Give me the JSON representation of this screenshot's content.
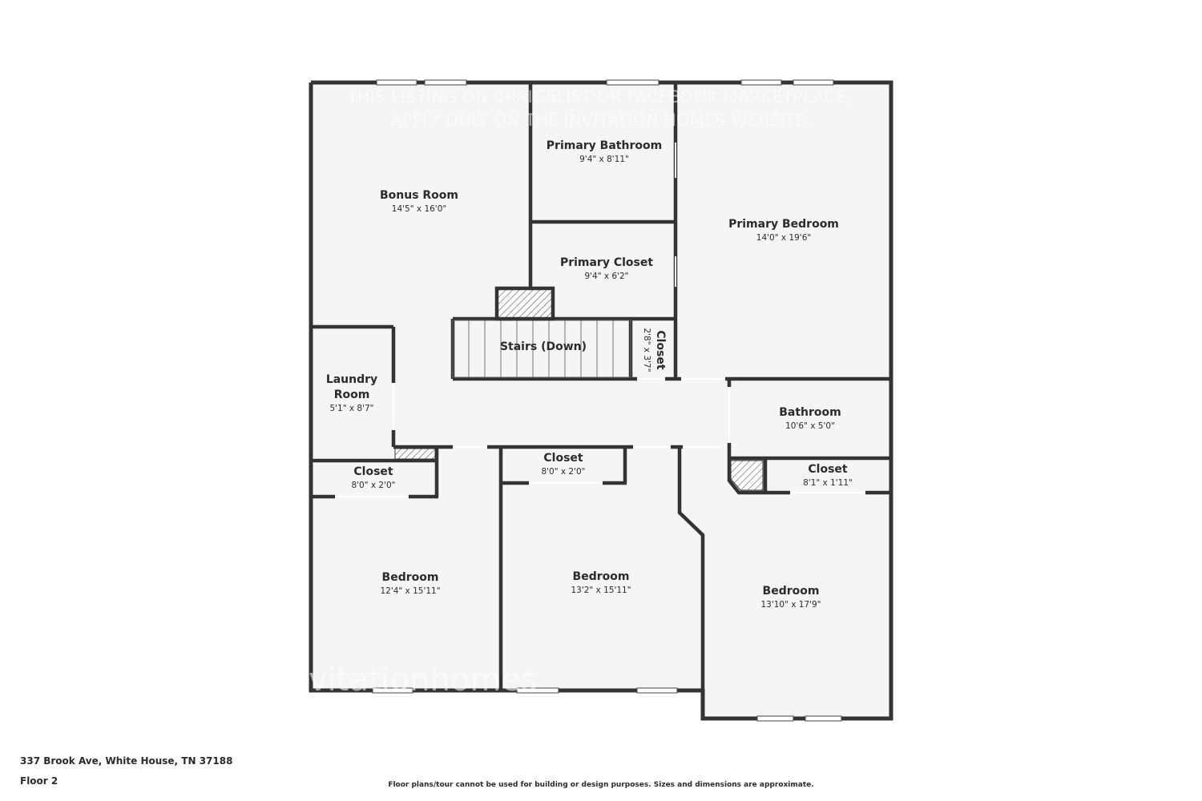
{
  "rooms": {
    "bonus_room": {
      "name": "Bonus Room",
      "dims": "14'5\" x 16'0\""
    },
    "primary_bathroom": {
      "name": "Primary Bathroom",
      "dims": "9'4\" x 8'11\""
    },
    "primary_bedroom": {
      "name": "Primary Bedroom",
      "dims": "14'0\" x 19'6\""
    },
    "primary_closet": {
      "name": "Primary Closet",
      "dims": "9'4\" x 6'2\""
    },
    "stairs": {
      "name": "Stairs (Down)"
    },
    "small_closet": {
      "name": "Closet",
      "dims": "2'8\" x 3'7\""
    },
    "laundry_room": {
      "name_line1": "Laundry",
      "name_line2": "Room",
      "dims": "5'1\" x 8'7\""
    },
    "bathroom": {
      "name": "Bathroom",
      "dims": "10'6\" x 5'0\""
    },
    "closet_left": {
      "name": "Closet",
      "dims": "8'0\" x 2'0\""
    },
    "closet_middle": {
      "name": "Closet",
      "dims": "8'0\" x 2'0\""
    },
    "closet_right": {
      "name": "Closet",
      "dims": "8'1\" x 1'11\""
    },
    "bedroom_left": {
      "name": "Bedroom",
      "dims": "12'4\" x 15'11\""
    },
    "bedroom_middle": {
      "name": "Bedroom",
      "dims": "13'2\" x 15'11\""
    },
    "bedroom_right": {
      "name": "Bedroom",
      "dims": "13'10\" x 17'9\""
    }
  },
  "watermark": {
    "line1": "THIS LISTING ON CRAIGSLIST OR FACEBOOK MARKETPLACE,",
    "line2": "APPLY ONLY ON THE INVITATION HOMES WEBSITE.",
    "brand": "vitationhomes"
  },
  "footer": {
    "address": "337 Brook Ave, White House, TN 37188",
    "floor": "Floor 2",
    "disclaimer": "Floor plans/tour cannot be used for building or design purposes. Sizes and dimensions are approximate."
  },
  "colors": {
    "wall": "#333333",
    "floor": "#f5f5f5",
    "window": "#ffffff"
  }
}
